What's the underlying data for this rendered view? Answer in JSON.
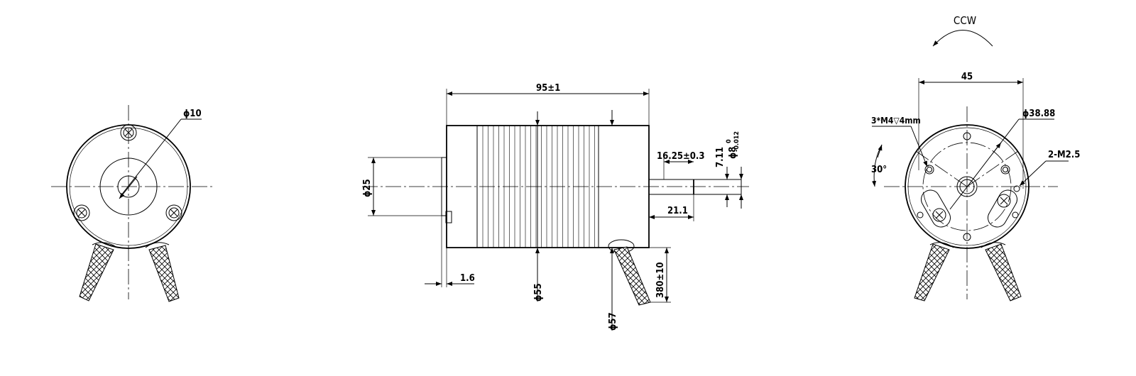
{
  "rotation": "CCW",
  "front_view": {
    "shaft_diameter": "ϕ10"
  },
  "side_view": {
    "overall_length": "95±1",
    "shaft_step_length": "16.25±0.3",
    "flat_depth": "7.11",
    "shaft_diameter_main": "ϕ8",
    "shaft_tol_upper": "0",
    "shaft_tol_lower": "-0.012",
    "shaft_length": "21.1",
    "pilot_diameter": "ϕ25",
    "flange_thickness": "1.6",
    "body_diameter": "ϕ55",
    "housing_diameter": "ϕ57",
    "lead_length": "380±10"
  },
  "rear_view": {
    "width": "45",
    "pcd": "ϕ38.88",
    "tapped_holes": "3*M4▽4mm",
    "small_holes": "2-M2.5",
    "angle": "30°"
  }
}
